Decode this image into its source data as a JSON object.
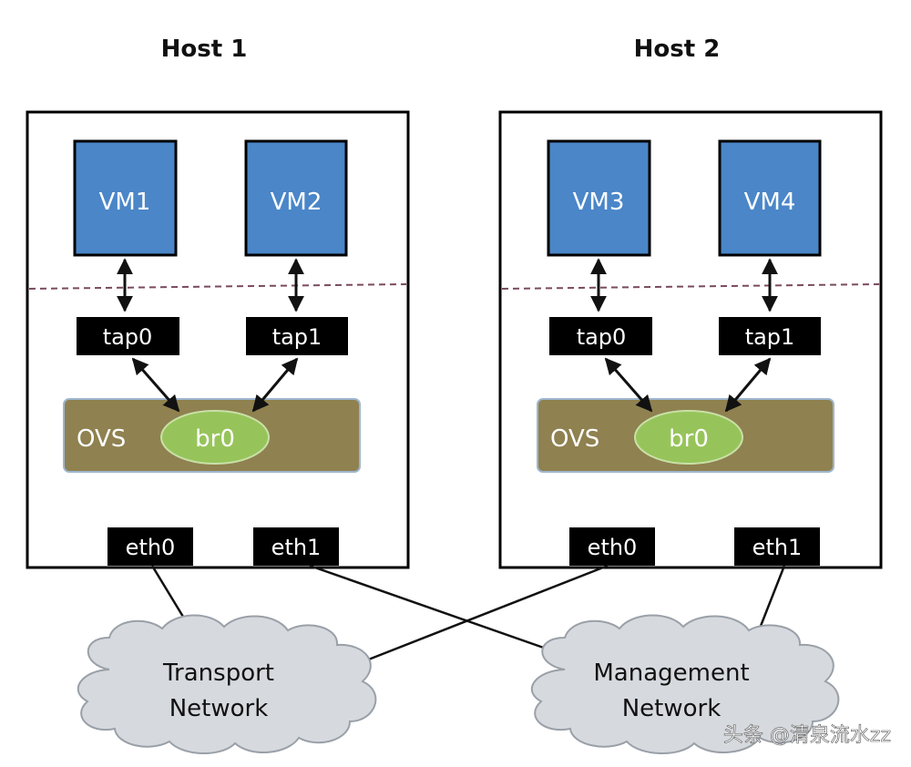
{
  "hosts": [
    {
      "title": "Host 1",
      "vms": [
        "VM1",
        "VM2"
      ],
      "taps": [
        "tap0",
        "tap1"
      ],
      "ovs_label": "OVS",
      "bridge_label": "br0",
      "nics": [
        "eth0",
        "eth1"
      ]
    },
    {
      "title": "Host 2",
      "vms": [
        "VM3",
        "VM4"
      ],
      "taps": [
        "tap0",
        "tap1"
      ],
      "ovs_label": "OVS",
      "bridge_label": "br0",
      "nics": [
        "eth0",
        "eth1"
      ]
    }
  ],
  "networks": {
    "transport": {
      "line1": "Transport",
      "line2": "Network"
    },
    "management": {
      "line1": "Management",
      "line2": "Network"
    }
  },
  "watermark": "头条 @清泉流水zz",
  "colors": {
    "vm_fill": "#4a86c8",
    "ovs_fill": "#8f8150",
    "bridge_fill": "#97c45a",
    "cloud_fill": "#d6d9de",
    "dashed_line": "#7a4a5e"
  }
}
